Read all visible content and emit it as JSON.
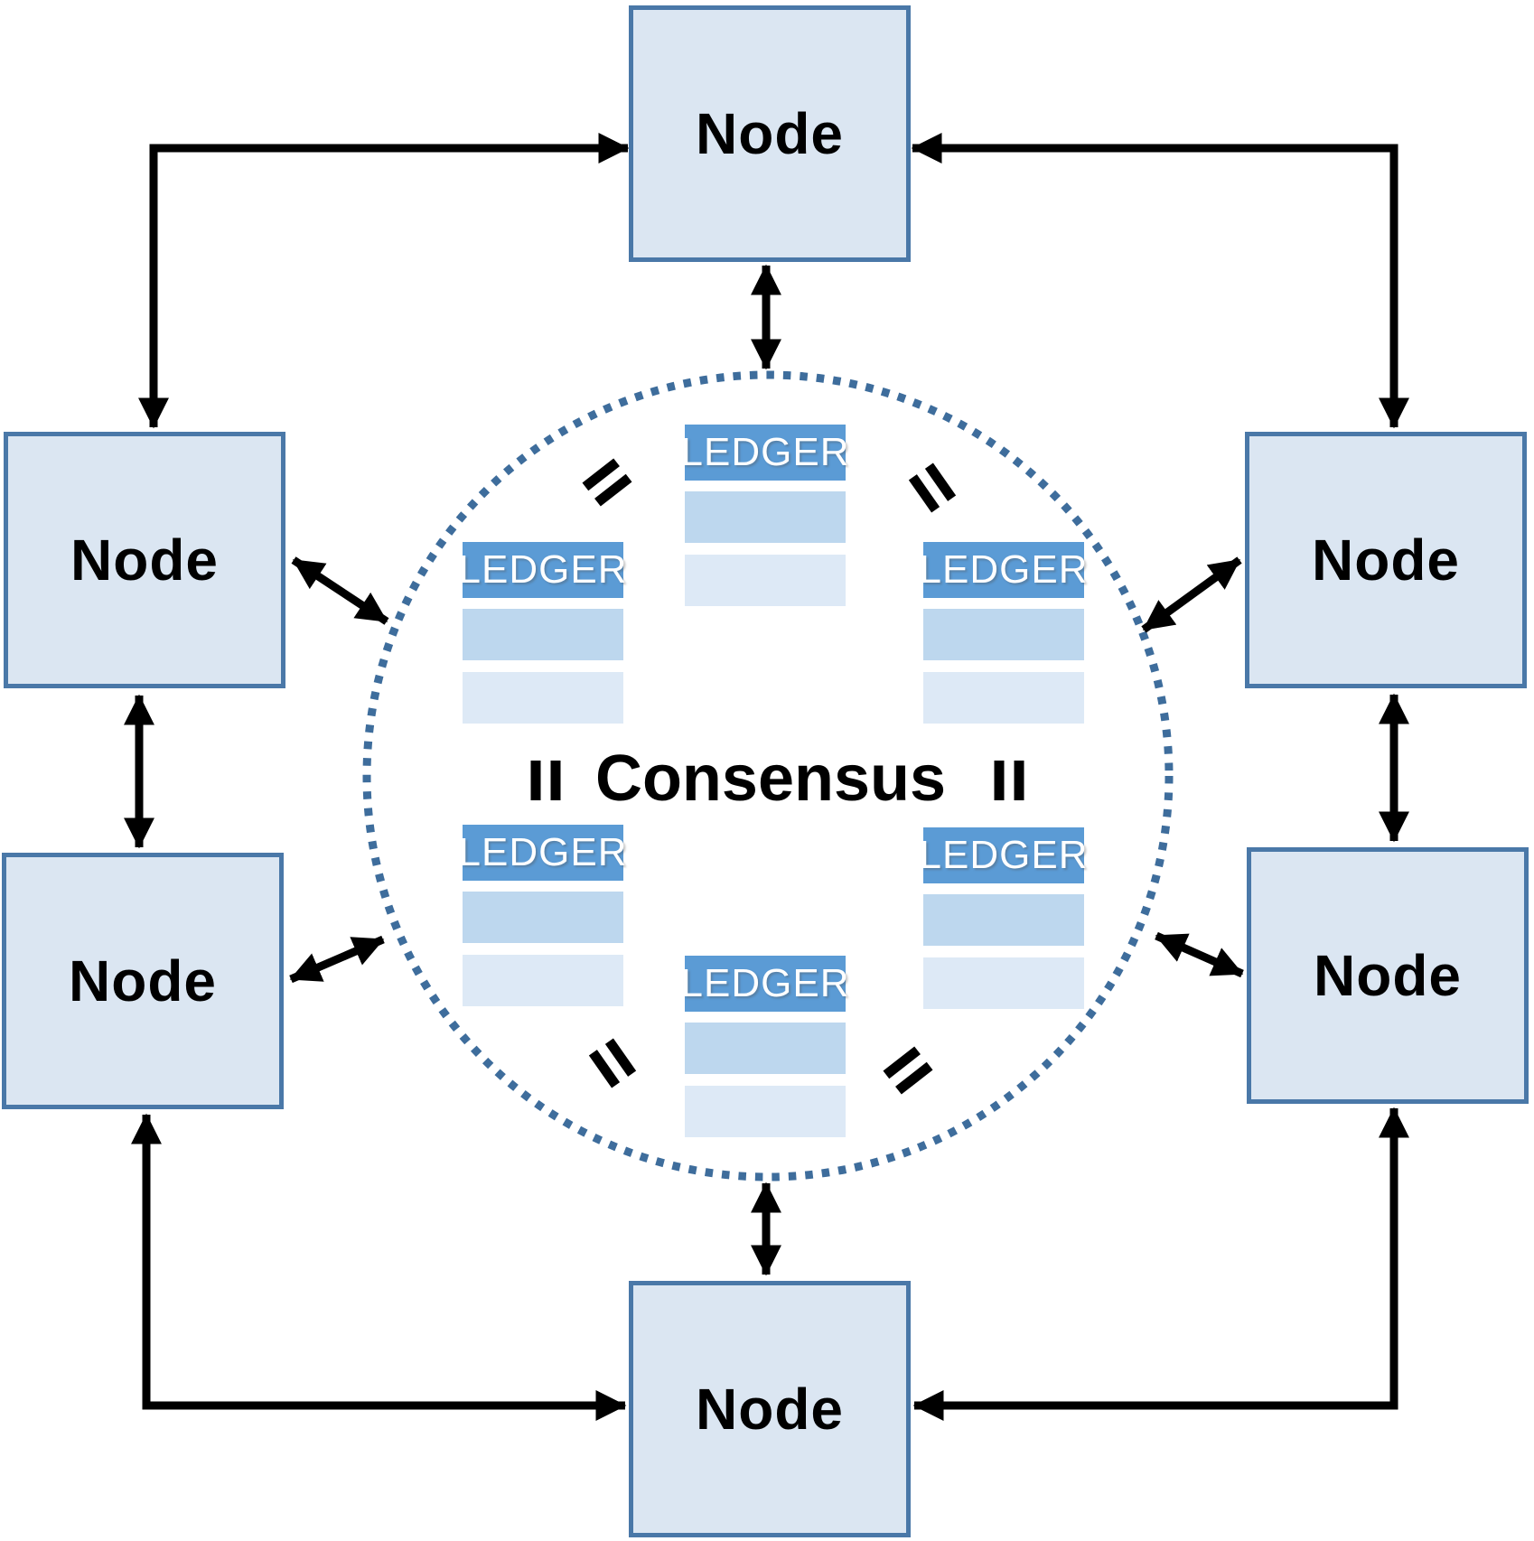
{
  "diagram": {
    "type": "peer-to-peer-consensus-network",
    "center_label": "Consensus",
    "nodes": [
      {
        "id": "top",
        "label": "Node"
      },
      {
        "id": "left-top",
        "label": "Node"
      },
      {
        "id": "left-bottom",
        "label": "Node"
      },
      {
        "id": "right-top",
        "label": "Node"
      },
      {
        "id": "right-bottom",
        "label": "Node"
      },
      {
        "id": "bottom",
        "label": "Node"
      }
    ],
    "ledgers": [
      {
        "id": "top-center",
        "label": "LEDGER"
      },
      {
        "id": "mid-left",
        "label": "LEDGER"
      },
      {
        "id": "mid-right",
        "label": "LEDGER"
      },
      {
        "id": "lower-left",
        "label": "LEDGER"
      },
      {
        "id": "lower-right",
        "label": "LEDGER"
      },
      {
        "id": "bottom-center",
        "label": "LEDGER"
      }
    ],
    "icons": {
      "equals_sign": "double-parallel-bars-equals",
      "arrow": "double-headed-arrow",
      "circle": "dotted-circle-boundary"
    },
    "colors": {
      "node_fill": "#dbe6f2",
      "node_border": "#4a78a8",
      "ledger_header": "#5b9bd5",
      "ledger_row_medium": "#bdd7ee",
      "ledger_row_light": "#dde9f6",
      "circle_dots": "#3e6d9c",
      "arrows": "#000000",
      "ledger_text": "#ffffff",
      "label_text": "#000000"
    }
  }
}
